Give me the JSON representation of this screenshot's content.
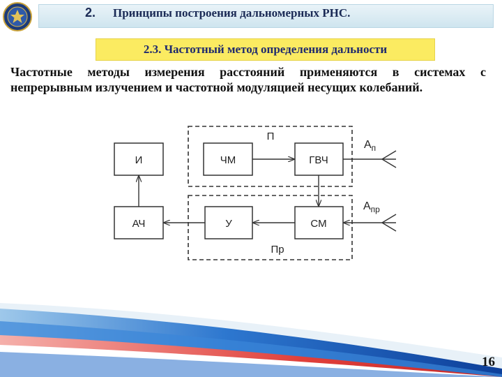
{
  "header": {
    "number": "2.",
    "title": "Принципы построения дальномерных РНС."
  },
  "subtitle": "2.3. Частотный метод определения дальности",
  "body_text": "Частотные методы измерения расстояний применяются в системах с непрерывным излучением и частотной модуляцией несущих колебаний.",
  "diagram": {
    "blocks": {
      "i": "И",
      "chm": "ЧМ",
      "gvch": "ГВЧ",
      "ach": "АЧ",
      "u": "У",
      "sm": "СМ"
    },
    "groups": {
      "transmitter": "П",
      "receiver": "Пр"
    },
    "antennas": {
      "transmit": {
        "base": "А",
        "sub": "п"
      },
      "receive": {
        "base": "А",
        "sub": "пр"
      }
    }
  },
  "footer": {
    "page_number": "16"
  },
  "colors": {
    "title_bar": "#d7ebf3",
    "subtitle_bar": "#fbeb61",
    "wave_blue": "#1d5fb8",
    "wave_red": "#e0403b"
  }
}
